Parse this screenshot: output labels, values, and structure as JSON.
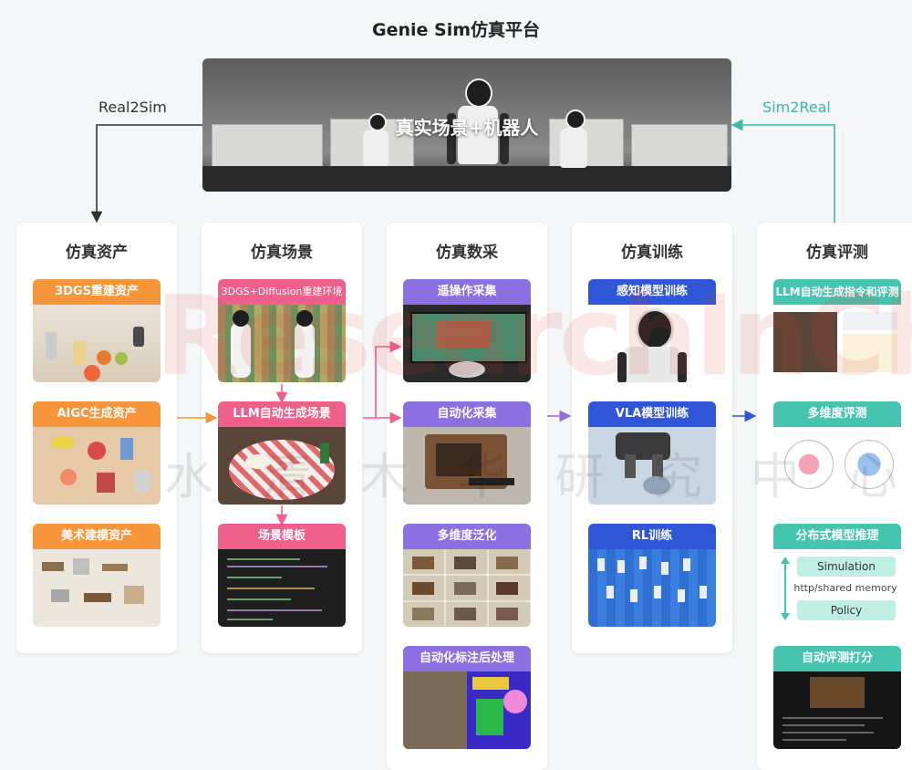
{
  "title": "Genie Sim仿真平台",
  "banner": {
    "label": "真实场景+机器人"
  },
  "flows": {
    "left": "Real2Sim",
    "right": "Sim2Real"
  },
  "columns": [
    {
      "title": "仿真资产",
      "cards": [
        "3DGS重建资产",
        "AIGC生成资产",
        "美术建模资产"
      ]
    },
    {
      "title": "仿真场景",
      "cards": [
        "3DGS+Diffusion重建环境",
        "LLM自动生成场景",
        "场景模板"
      ]
    },
    {
      "title": "仿真数采",
      "cards": [
        "遥操作采集",
        "自动化采集",
        "多维度泛化",
        "自动化标注后处理"
      ]
    },
    {
      "title": "仿真训练",
      "cards": [
        "感知模型训练",
        "VLA模型训练",
        "RL训练"
      ]
    },
    {
      "title": "仿真评测",
      "cards": [
        "LLM自动生成指令和评测",
        "多维度评测",
        "分布式模型推理",
        "自动评测打分"
      ]
    }
  ],
  "inference": {
    "top": "Simulation",
    "middle": "http/shared memory",
    "bottom": "Policy"
  },
  "watermark": {
    "latin": "ResearchInChina",
    "cjk": "水 清 木 华 研 究 中 心"
  },
  "colors": {
    "orange": "#f7953a",
    "pink": "#ee5f8a",
    "purple": "#8c6fe0",
    "blue": "#2f56d6",
    "teal": "#45c4b0"
  }
}
